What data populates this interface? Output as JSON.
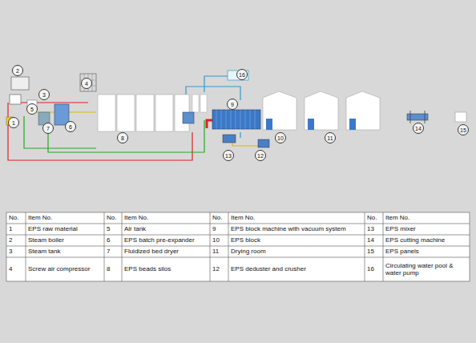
{
  "diagram": {
    "labels": [
      "2",
      "3",
      "5",
      "1",
      "7",
      "6",
      "4",
      "8",
      "16",
      "9",
      "13",
      "12",
      "10",
      "11",
      "14",
      "15",
      "No.",
      "Item No.",
      "No.",
      "Item No.",
      "No.",
      "Item No.",
      "No.",
      "Item No.",
      "1",
      "EPS raw material",
      "5",
      "Air tank",
      "9",
      "EPS block machine with vacuum system",
      "13",
      "EPS mixer",
      "2",
      "Steam boiler",
      "6",
      "EPS batch pre-expander",
      "10",
      "EPS block",
      "14",
      "EPS cutting machine",
      "3",
      "Steam tank",
      "7",
      "Fluidized bed dryer",
      "11",
      "Drying room",
      "15",
      "EPS panels",
      "4",
      "Screw air compressor",
      "8",
      "EPS beads silos",
      "12",
      "EPS deduster and crusher",
      "16",
      "Circulating water pool & water pump"
    ]
  }
}
